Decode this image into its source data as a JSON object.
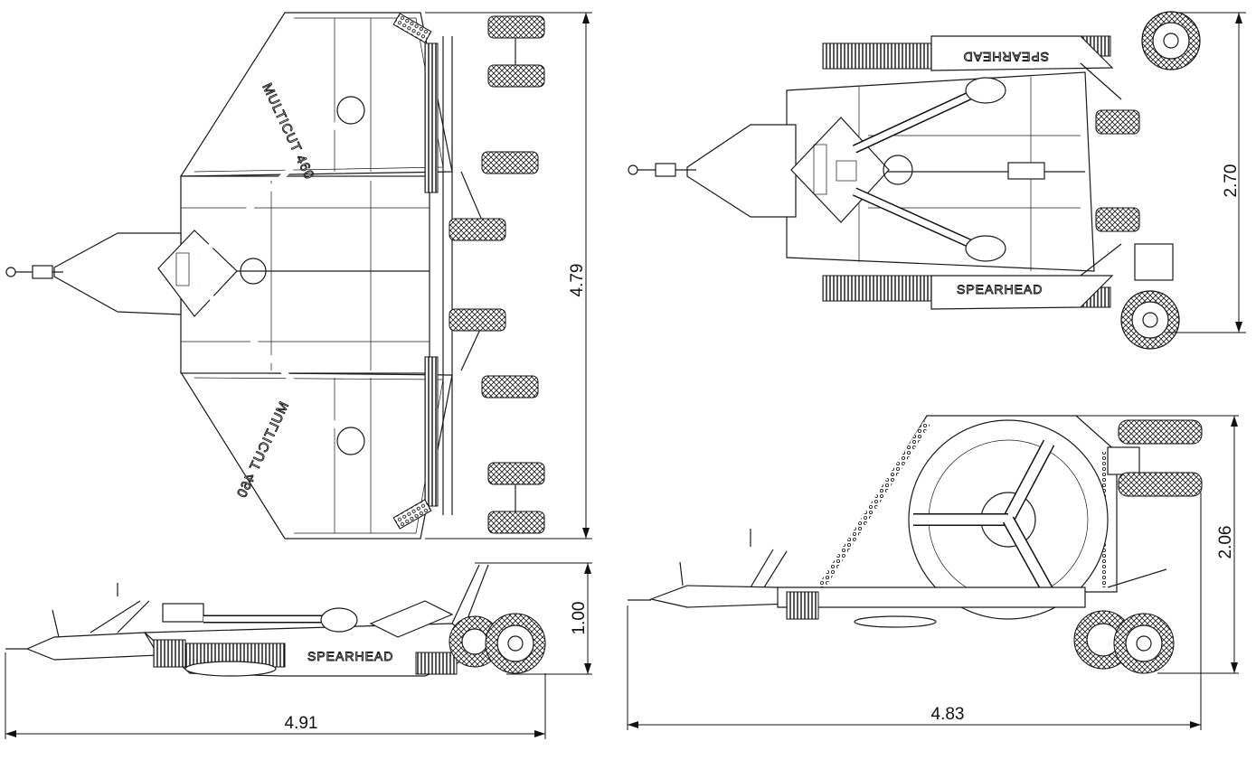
{
  "views": {
    "top_left": {
      "model_label": "MULTICUT 460"
    },
    "top_right": {
      "brand_label": "SPEARHEAD"
    },
    "side_left": {
      "brand_label": "SPEARHEAD"
    },
    "side_right": {}
  },
  "dimensions": {
    "top_left_width": "4.79",
    "top_right_width": "2.70",
    "side_left_height": "1.00",
    "side_left_length": "4.91",
    "side_right_height": "2.06",
    "side_right_length": "4.83"
  }
}
